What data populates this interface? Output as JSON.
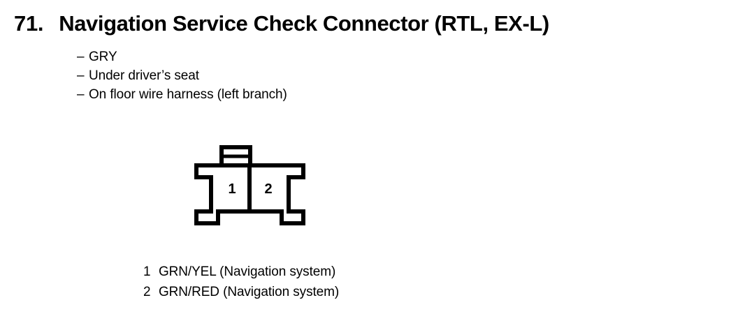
{
  "section": {
    "number": "71.",
    "title": "Navigation Service Check Connector (RTL, EX-L)"
  },
  "specs": [
    {
      "dash": "–",
      "text": "GRY"
    },
    {
      "dash": "–",
      "text": "Under driver’s seat"
    },
    {
      "dash": "–",
      "text": "On floor wire harness (left branch)"
    }
  ],
  "connector": {
    "cavities": [
      {
        "number": "1"
      },
      {
        "number": "2"
      }
    ],
    "line_color": "#000000",
    "fill_color": "#ffffff"
  },
  "legend": [
    {
      "pin": "1",
      "description": "GRN/YEL (Navigation system)"
    },
    {
      "pin": "2",
      "description": "GRN/RED (Navigation system)"
    }
  ]
}
